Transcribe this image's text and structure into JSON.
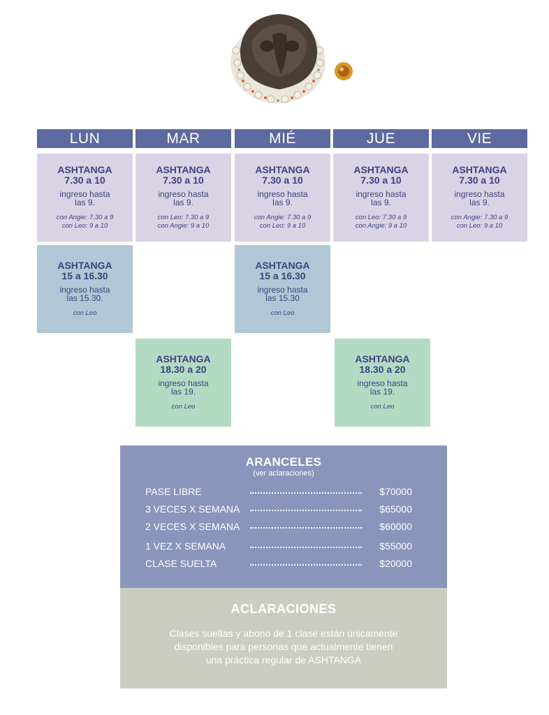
{
  "days": [
    "LUN",
    "MAR",
    "MIÉ",
    "JUE",
    "VIE"
  ],
  "morning": [
    {
      "name": "ASHTANGA",
      "time": "7.30 a 10",
      "ingreso": "ingreso hasta",
      "ingreso2": "las 9.",
      "with1": "con Angie: 7.30 a 9",
      "with2": "con Leo: 9 a 10"
    },
    {
      "name": "ASHTANGA",
      "time": "7.30 a 10",
      "ingreso": "ingreso hasta",
      "ingreso2": "las 9.",
      "with1": "con Leo: 7.30 a 9",
      "with2": "con Angie: 9 a 10"
    },
    {
      "name": "ASHTANGA",
      "time": "7.30 a 10",
      "ingreso": "ingreso hasta",
      "ingreso2": "las 9.",
      "with1": "con Angie: 7.30 a 9",
      "with2": "con Leo: 9 a 10"
    },
    {
      "name": "ASHTANGA",
      "time": "7.30 a 10",
      "ingreso": "ingreso hasta",
      "ingreso2": "las 9.",
      "with1": "con Leo: 7.30 a 9",
      "with2": "con Angie: 9 a 10"
    },
    {
      "name": "ASHTANGA",
      "time": "7.30 a 10",
      "ingreso": "ingreso hasta",
      "ingreso2": "las 9.",
      "with1": "con Angie: 7.30 a 9",
      "with2": "con Leo: 9 a 10"
    }
  ],
  "afternoon": [
    {
      "name": "ASHTANGA",
      "time": "15 a 16.30",
      "ingreso": "ingreso hasta",
      "ingreso2": "las 15.30.",
      "with": "con Leo"
    },
    {
      "name": "ASHTANGA",
      "time": "15 a 16.30",
      "ingreso": "ingreso hasta",
      "ingreso2": "las 15.30",
      "with": "con Leo"
    }
  ],
  "evening": [
    {
      "name": "ASHTANGA",
      "time": "18.30 a 20",
      "ingreso": "ingreso hasta",
      "ingreso2": "las 19.",
      "with": "con Leo"
    },
    {
      "name": "ASHTANGA",
      "time": "18.30 a 20",
      "ingreso": "ingreso hasta",
      "ingreso2": "las 19.",
      "with": "con Leo"
    }
  ],
  "aranceles": {
    "title": "ARANCELES",
    "subtitle": "(ver aclaraciones)",
    "rows": [
      {
        "label": "PASE LIBRE",
        "amount": "$70000"
      },
      {
        "label": "3 VECES X SEMANA",
        "amount": "$65000"
      },
      {
        "label": "2 VECES X SEMANA",
        "amount": "$60000"
      },
      {
        "label": "1 VEZ X SEMANA",
        "amount": "$55000"
      },
      {
        "label": "CLASE SUELTA",
        "amount": "$20000"
      }
    ]
  },
  "aclaraciones": {
    "title": "ACLARACIONES",
    "line1": "Clases sueltas y abono de 1 clase están únicamente",
    "line2": "disponibles para personas que actualmente tienen",
    "line3": "una práctica regular de ASHTANGA"
  },
  "colors": {
    "header": "#5d6a9f",
    "morning": "#d9d3e5",
    "afternoon": "#b1c7d5",
    "evening": "#b3dbc4",
    "aranceles": "#8995bb",
    "aclaraciones": "#cbccc2",
    "text": "#3f4280"
  }
}
